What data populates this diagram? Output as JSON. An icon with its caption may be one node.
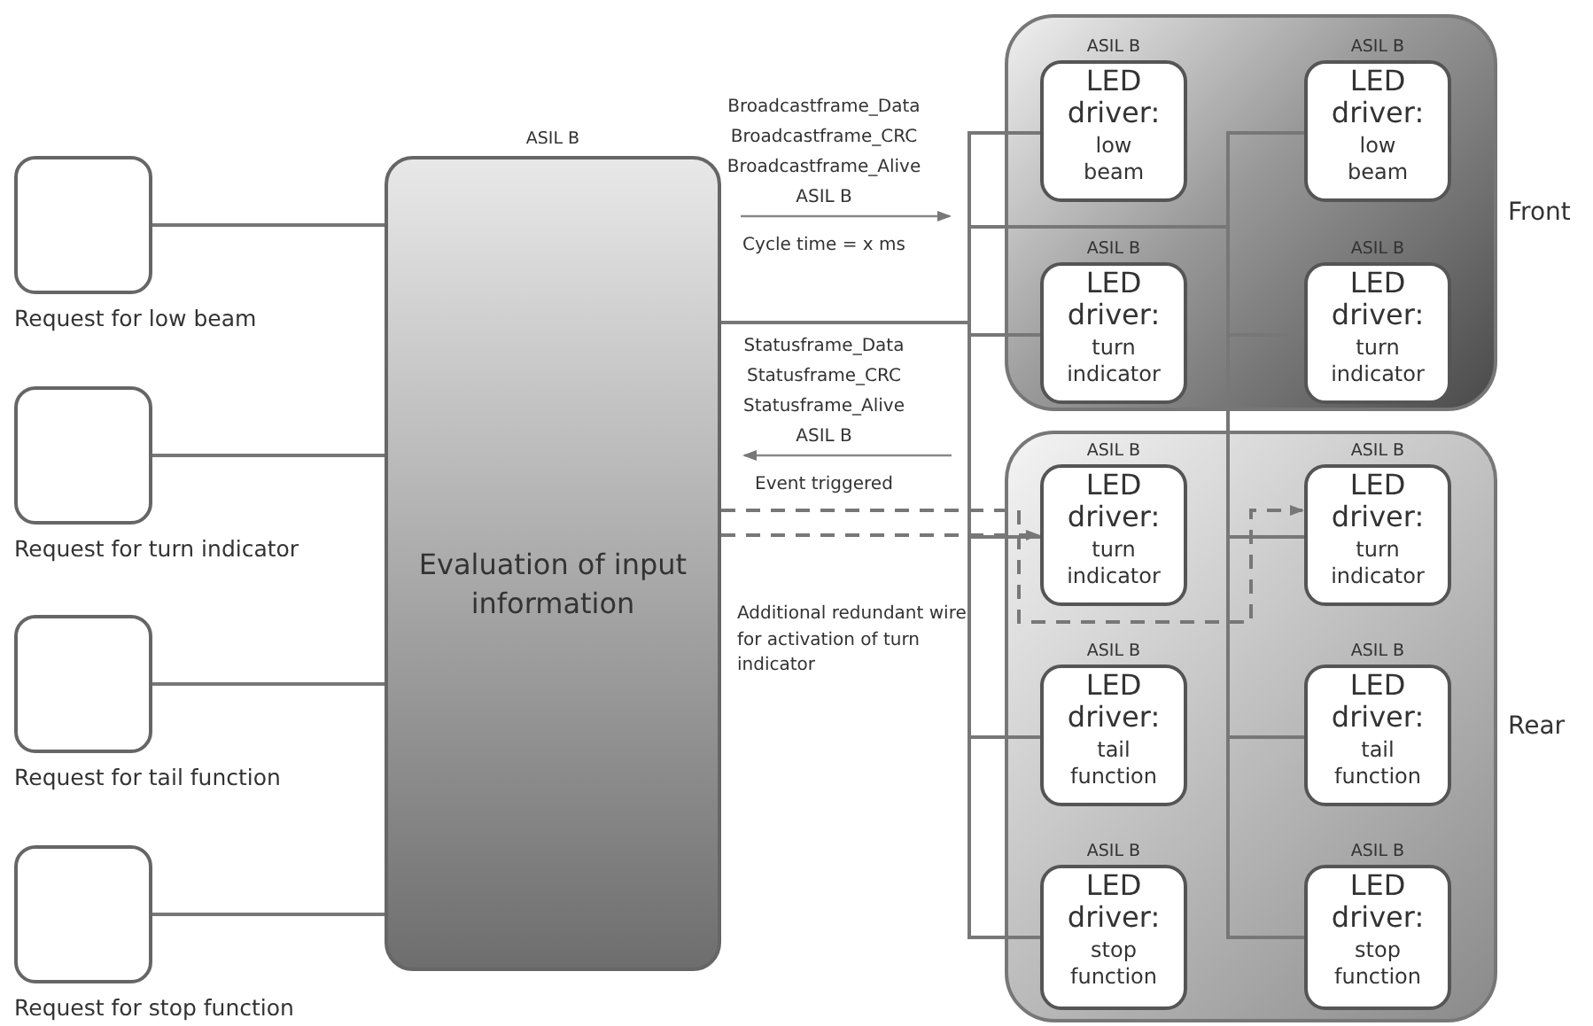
{
  "diagram": {
    "nodes": [
      {
        "text": [
          "Request for low beam"
        ]
      },
      {
        "text": [
          "Request for turn indicator"
        ]
      },
      {
        "text": [
          "Request for tail function"
        ]
      },
      {
        "text": [
          "Request for stop function"
        ]
      },
      {
        "text": [
          "ASIL B",
          "Evaluation of input information"
        ]
      },
      {
        "text": [],
        "shape": "box",
        "beside": [
          "Front"
        ]
      },
      {
        "text": [
          "ASIL B",
          "LED driver:",
          "low beam"
        ],
        "in": 5
      },
      {
        "text": [
          "ASIL B",
          "LED driver:",
          "low beam"
        ],
        "in": 5
      },
      {
        "text": [
          "ASIL B",
          "LED driver:",
          "turn indicator"
        ],
        "in": 5
      },
      {
        "text": [
          "ASIL B",
          "LED driver:",
          "turn indicator"
        ],
        "in": 5
      },
      {
        "text": [],
        "shape": "box",
        "beside": [
          "Rear"
        ]
      },
      {
        "text": [
          "ASIL B",
          "LED driver:",
          "turn indicator"
        ],
        "in": 10
      },
      {
        "text": [
          "ASIL B",
          "LED driver:",
          "turn indicator"
        ],
        "in": 10
      },
      {
        "text": [
          "ASIL B",
          "LED driver:",
          "tail function"
        ],
        "in": 10
      },
      {
        "text": [
          "ASIL B",
          "LED driver:",
          "tail function"
        ],
        "in": 10
      },
      {
        "text": [
          "ASIL B",
          "LED driver:",
          "stop function"
        ],
        "in": 10
      },
      {
        "text": [
          "ASIL B",
          "LED driver:",
          "stop function"
        ],
        "in": 10
      }
    ],
    "edges": [
      {
        "from": 0,
        "to": 4,
        "arrow": "none"
      },
      {
        "from": 1,
        "to": 4,
        "arrow": "none"
      },
      {
        "from": 2,
        "to": 4,
        "arrow": "none"
      },
      {
        "from": 3,
        "to": 4,
        "arrow": "none"
      },
      {
        "from": 4,
        "to": 6,
        "arrow": "none"
      },
      {
        "from": 4,
        "to": 8,
        "arrow": "none"
      },
      {
        "from": 4,
        "to": 11,
        "arrow": "none"
      },
      {
        "from": 4,
        "to": 13,
        "arrow": "none"
      },
      {
        "from": 4,
        "to": 15,
        "arrow": "none"
      },
      {
        "from": 4,
        "to": 7,
        "arrow": "none"
      },
      {
        "from": 4,
        "to": 9,
        "arrow": "none"
      },
      {
        "from": 4,
        "to": 12,
        "arrow": "none"
      },
      {
        "from": 4,
        "to": 14,
        "arrow": "none"
      },
      {
        "from": 4,
        "to": 16,
        "arrow": "none"
      },
      {
        "from": 4,
        "to": 12,
        "arrow": "to",
        "style": "dashed"
      },
      {
        "from": 4,
        "to": 11,
        "arrow": "to",
        "style": "dashed"
      }
    ],
    "labels": [
      "Broadcastframe_Data",
      "Broadcastframe_CRC",
      "Broadcastframe_Alive",
      "ASIL B",
      "Cycle time = x ms",
      "Statusframe_Data",
      "Statusframe_CRC",
      "Statusframe_Alive",
      "ASIL B",
      "Event triggered",
      "Additional redundant wire for activation of turn indicator"
    ]
  }
}
